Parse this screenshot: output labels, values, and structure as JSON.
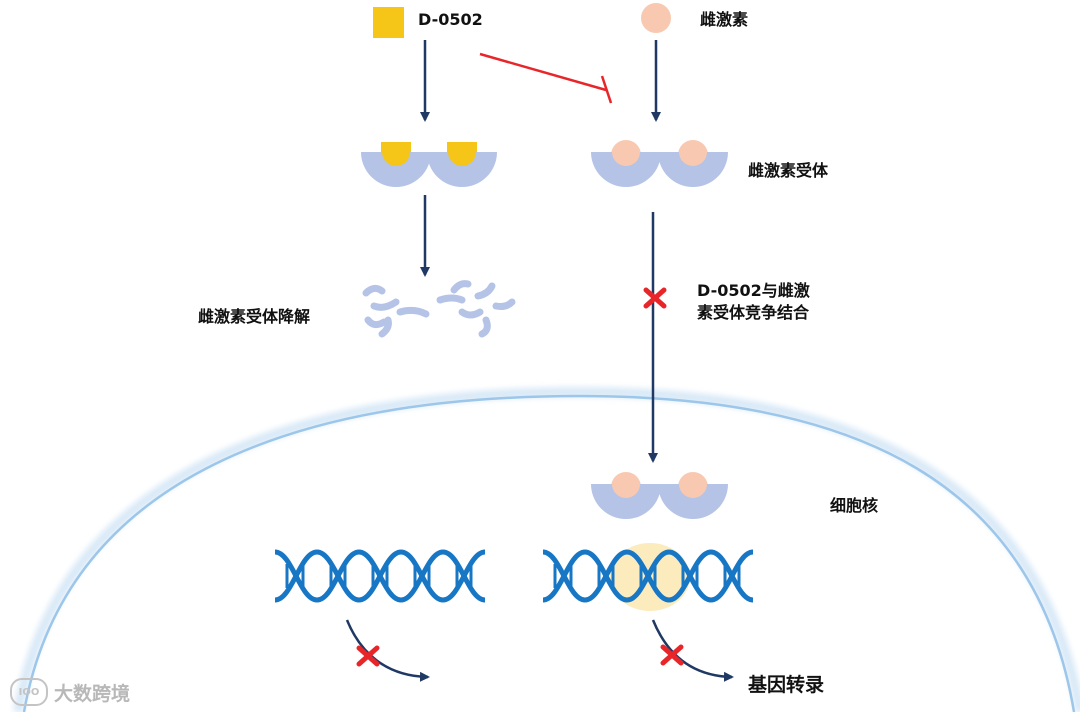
{
  "labels": {
    "compound": "D-0502",
    "estrogen": "雌激素",
    "estrogen_receptor": "雌激素受体",
    "receptor_degradation": "雌激素受体降解",
    "competition_line1": "D-0502与雌激",
    "competition_line2": "素受体竞争结合",
    "nucleus": "细胞核",
    "gene_transcription": "基因转录"
  },
  "watermark": {
    "logo_text": "IOO",
    "text": "大数跨境"
  },
  "colors": {
    "arrow": "#1f3864",
    "inhibit": "#e8262a",
    "block_cross": "#e8262a",
    "compound": "#f5c518",
    "estrogen": "#f8c9b0",
    "receptor": "#b4c3e6",
    "dna": "#1877c5",
    "membrane": "#bcd8ef",
    "dna_highlight": "#fbe7b2"
  }
}
